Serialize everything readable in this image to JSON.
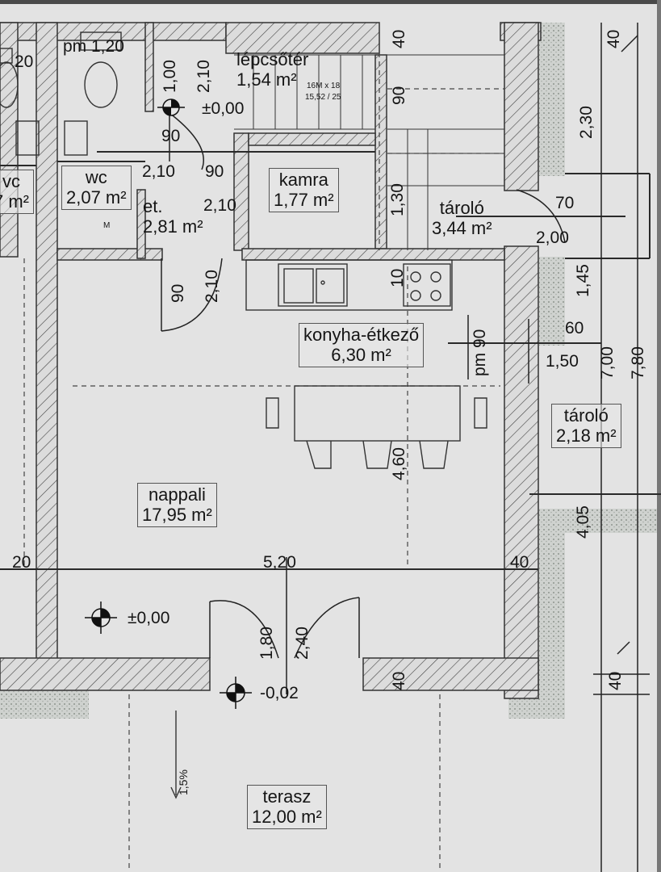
{
  "rooms": {
    "wc_left_partial": {
      "name": "vc",
      "area": "7 m²"
    },
    "wc": {
      "name": "wc",
      "area": "2,07 m²",
      "mark": "M"
    },
    "lepcsoter": {
      "name": "lépcsőtér",
      "area": "1,54 m²"
    },
    "kamra": {
      "name": "kamra",
      "area": "1,77 m²"
    },
    "et": {
      "name": "et.",
      "area": "2,81 m²"
    },
    "tarolo_top": {
      "name": "tároló",
      "area": "3,44 m²"
    },
    "konyha": {
      "name": "konyha-étkező",
      "area": "6,30 m²"
    },
    "tarolo_right": {
      "name": "tároló",
      "area": "2,18 m²"
    },
    "nappali": {
      "name": "nappali",
      "area": "17,95 m²"
    },
    "terasz": {
      "name": "terasz",
      "area": "12,00 m²"
    }
  },
  "dimensions": {
    "top_left_20": "20",
    "pm_120": "pm 1,20",
    "v_100": "1,00",
    "v_210_a": "2,10",
    "stair_90": "90",
    "v_40_top": "40",
    "v_40_top_right": "40",
    "v_230": "2,30",
    "lev_000_top": "±0,00",
    "d_90_door": "90",
    "d_210_90_a": "2,10",
    "d_210_90_b": "90",
    "d_et_210": "2,10",
    "v_130": "1,30",
    "d_70": "70",
    "d_200": "2,00",
    "v_10": "10",
    "v_145": "1,45",
    "v_90_left": "90",
    "v_210_left": "2,10",
    "v_pm90": "pm 90",
    "d_60": "60",
    "d_150": "1,50",
    "v_700": "7,00",
    "v_780": "7,80",
    "v_460": "4,60",
    "v_405": "4,05",
    "d_20_mid": "20",
    "d_520": "5,20",
    "d_40_mid": "40",
    "lev_000_mid": "±0,00",
    "v_180": "1,80",
    "v_240": "2,40",
    "v_40_bottom": "40",
    "v_40_bottom_right": "40",
    "lev_002": "-0,02",
    "slope": "1,5%",
    "stair_small_1": "16M x 18",
    "stair_small_2": "15,52 / 25"
  }
}
